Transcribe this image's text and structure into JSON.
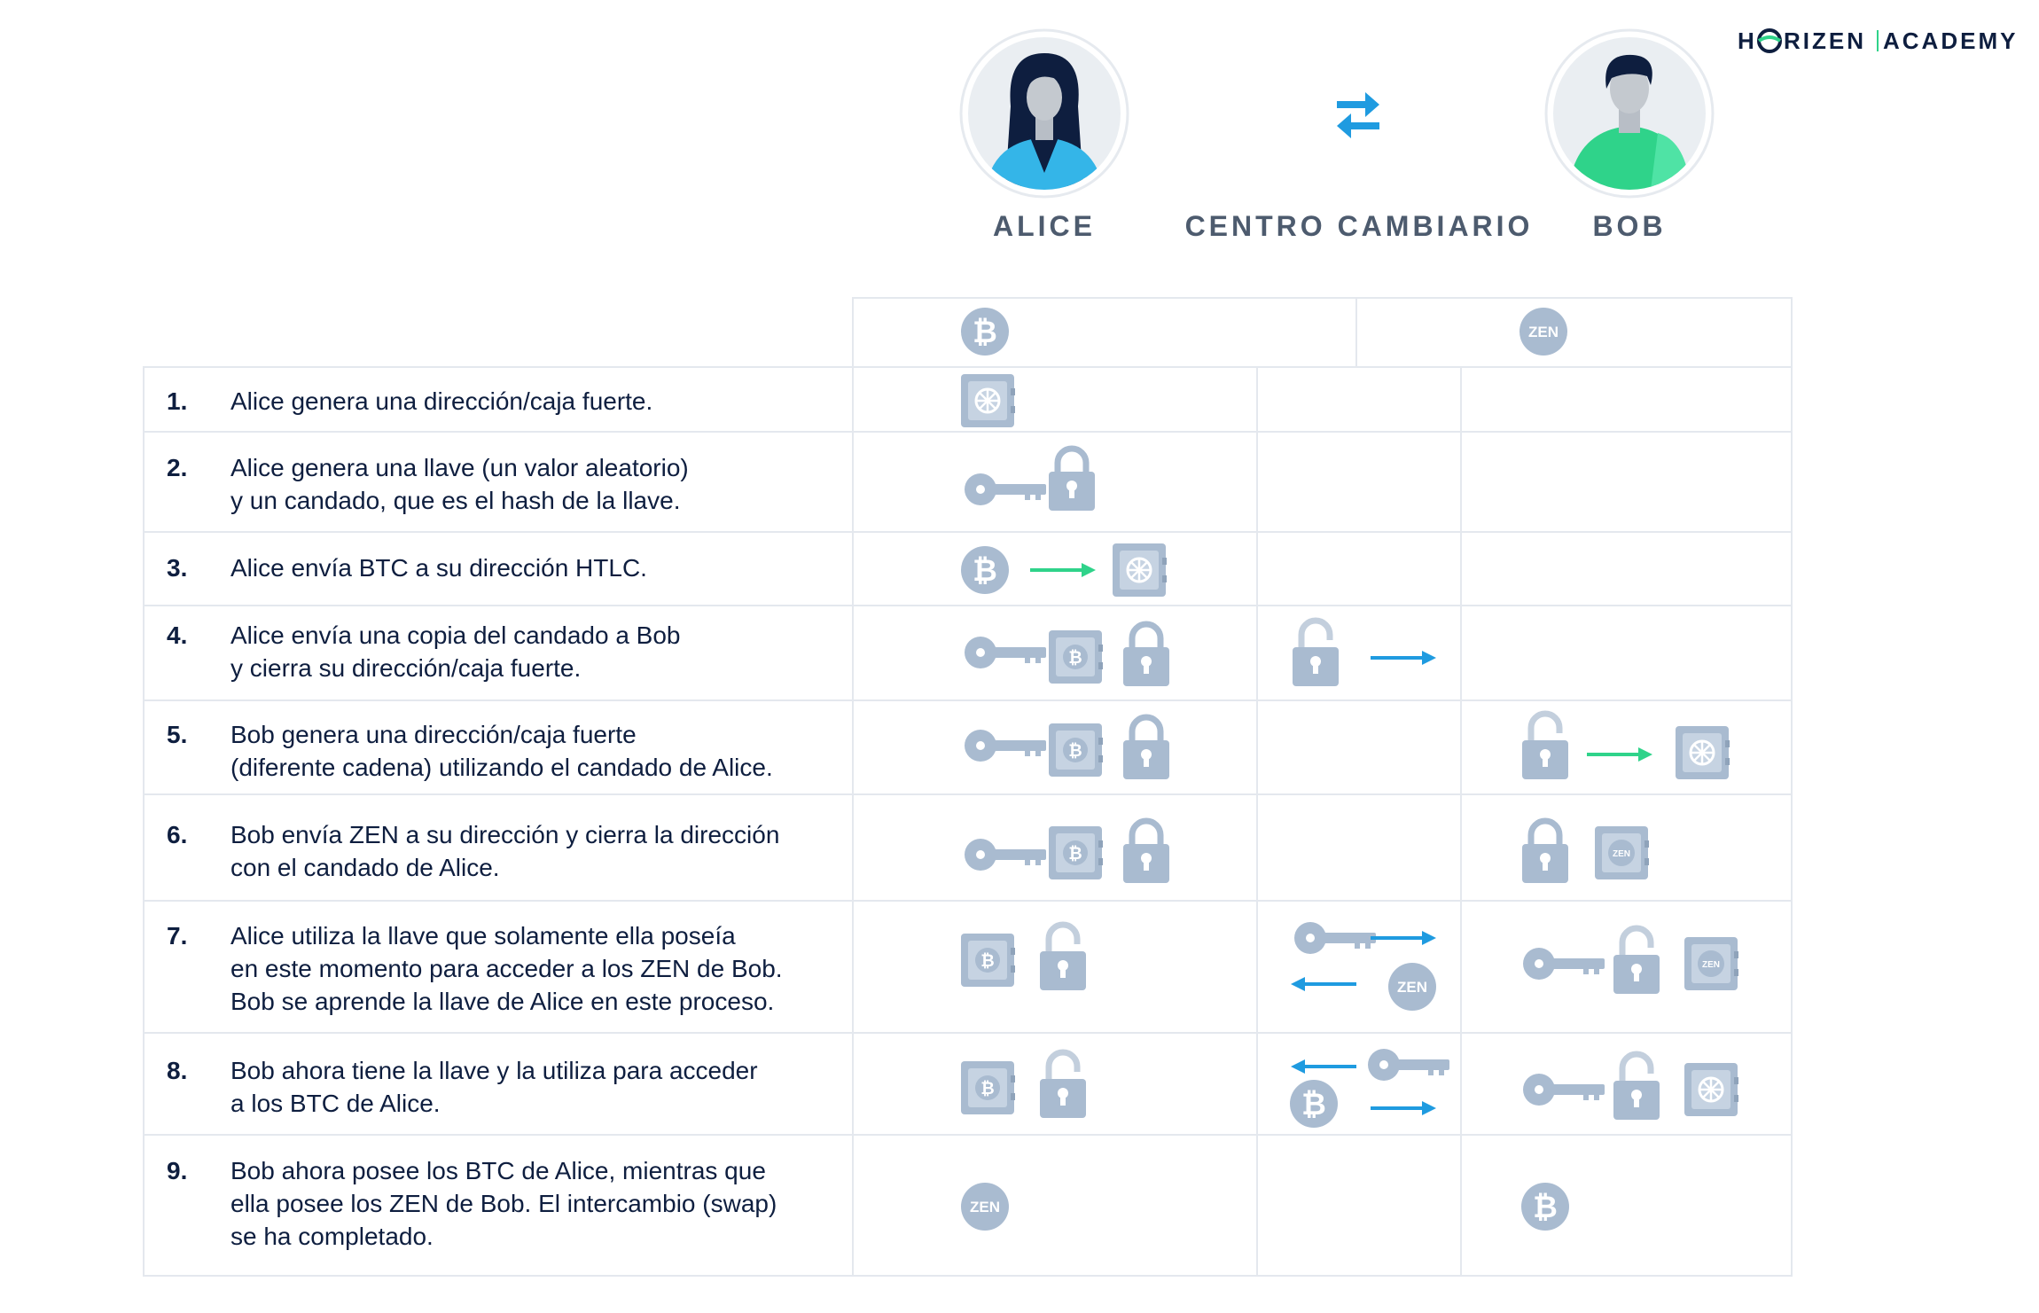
{
  "brand": {
    "part1": "H",
    "part2": "RIZEN",
    "part3": "ACADEMY"
  },
  "actors": [
    {
      "label": "ALICE"
    },
    {
      "label": "CENTRO CAMBIARIO"
    },
    {
      "label": "BOB"
    }
  ],
  "columns": {
    "left_coin": "BTC",
    "right_coin": "ZEN",
    "zen_text": "ZEN"
  },
  "steps": [
    {
      "num": "1.",
      "lines": [
        "Alice genera una dirección/caja fuerte."
      ]
    },
    {
      "num": "2.",
      "lines": [
        "Alice genera una llave (un valor aleatorio)",
        "y un candado, que es el hash de la llave."
      ]
    },
    {
      "num": "3.",
      "lines": [
        "Alice envía BTC a su dirección HTLC."
      ]
    },
    {
      "num": "4.",
      "lines": [
        "Alice envía una copia del candado a Bob",
        "y cierra su dirección/caja fuerte."
      ]
    },
    {
      "num": "5.",
      "lines": [
        "Bob genera una dirección/caja fuerte",
        "(diferente cadena) utilizando el candado de Alice."
      ]
    },
    {
      "num": "6.",
      "lines": [
        "Bob envía ZEN a su dirección y cierra la dirección",
        "con el candado de Alice."
      ]
    },
    {
      "num": "7.",
      "lines": [
        "Alice utiliza la llave que solamente ella poseía",
        "en este momento para acceder a los ZEN de Bob.",
        "Bob se aprende la llave de Alice en este proceso."
      ]
    },
    {
      "num": "8.",
      "lines": [
        "Bob ahora tiene la llave y la utiliza para acceder",
        "a los BTC de Alice."
      ]
    },
    {
      "num": "9.",
      "lines": [
        "Bob ahora posee los BTC de Alice, mientras que",
        "ella posee los ZEN de Bob. El intercambio (swap)",
        "se ha completado."
      ]
    }
  ],
  "colors": {
    "icon": "#a9bbd0",
    "arrow_green": "#2fd38a",
    "arrow_blue": "#1f9be0",
    "alice_shirt": "#34b5e8",
    "bob_shirt": "#2fd38a",
    "grid": "#e4e8ee"
  }
}
